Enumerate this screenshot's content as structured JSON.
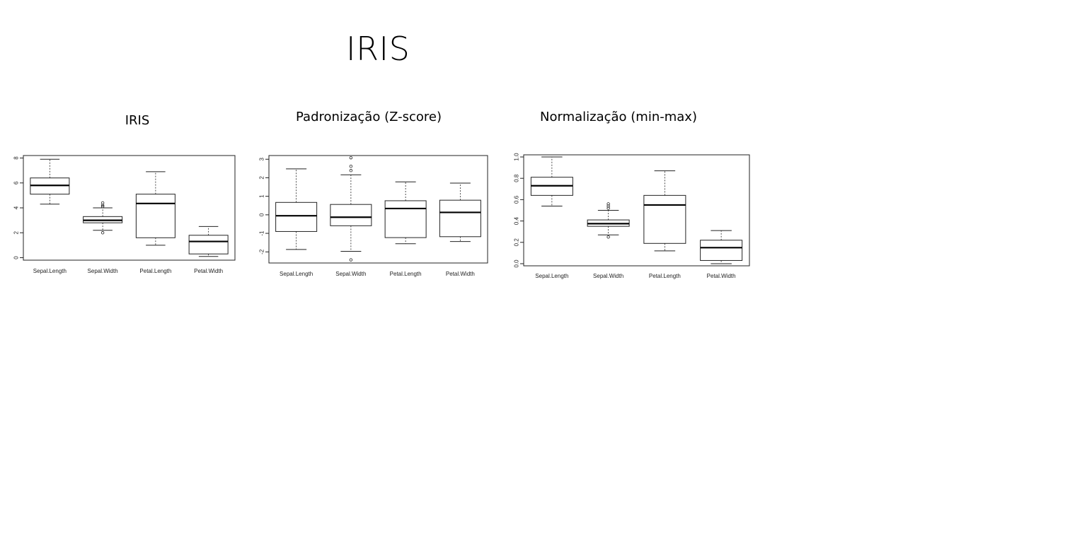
{
  "slide": {
    "title": "IRIS"
  },
  "chart_data": [
    {
      "type": "boxplot",
      "title": "IRIS",
      "categories": [
        "Sepal.Length",
        "Sepal.Width",
        "Petal.Length",
        "Petal.Width"
      ],
      "ylim": [
        -0.2,
        8.2
      ],
      "yticks": [
        0,
        2,
        4,
        6,
        8
      ],
      "boxes": [
        {
          "whisker_low": 4.3,
          "q1": 5.1,
          "median": 5.8,
          "q3": 6.4,
          "whisker_high": 7.9,
          "outliers": []
        },
        {
          "whisker_low": 2.2,
          "q1": 2.8,
          "median": 3.0,
          "q3": 3.3,
          "whisker_high": 4.0,
          "outliers": [
            4.1,
            4.2,
            4.4,
            2.0
          ]
        },
        {
          "whisker_low": 1.0,
          "q1": 1.6,
          "median": 4.35,
          "q3": 5.1,
          "whisker_high": 6.9,
          "outliers": []
        },
        {
          "whisker_low": 0.1,
          "q1": 0.3,
          "median": 1.3,
          "q3": 1.8,
          "whisker_high": 2.5,
          "outliers": []
        }
      ]
    },
    {
      "type": "boxplot",
      "title": "Padronização (Z-score)",
      "categories": [
        "Sepal.Length",
        "Sepal.Width",
        "Petal.Length",
        "Petal.Width"
      ],
      "ylim": [
        -2.6,
        3.2
      ],
      "yticks": [
        -2,
        -1,
        0,
        1,
        2,
        3
      ],
      "boxes": [
        {
          "whisker_low": -1.87,
          "q1": -0.9,
          "median": -0.05,
          "q3": 0.67,
          "whisker_high": 2.48,
          "outliers": []
        },
        {
          "whisker_low": -1.97,
          "q1": -0.59,
          "median": -0.13,
          "q3": 0.56,
          "whisker_high": 2.16,
          "outliers": [
            2.39,
            2.62,
            3.08,
            -2.43
          ]
        },
        {
          "whisker_low": -1.56,
          "q1": -1.23,
          "median": 0.34,
          "q3": 0.76,
          "whisker_high": 1.78,
          "outliers": []
        },
        {
          "whisker_low": -1.44,
          "q1": -1.18,
          "median": 0.13,
          "q3": 0.79,
          "whisker_high": 1.71,
          "outliers": []
        }
      ]
    },
    {
      "type": "boxplot",
      "title": "Normalização (min-max)",
      "categories": [
        "Sepal.Length",
        "Sepal.Width",
        "Petal.Length",
        "Petal.Width"
      ],
      "ylim": [
        -0.02,
        1.02
      ],
      "yticks": [
        0.0,
        0.2,
        0.4,
        0.6,
        0.8,
        1.0
      ],
      "ytick_labels": [
        "0.0",
        "0.2",
        "0.4",
        "0.6",
        "0.8",
        "1.0"
      ],
      "boxes": [
        {
          "whisker_low": 0.54,
          "q1": 0.64,
          "median": 0.73,
          "q3": 0.81,
          "whisker_high": 1.0,
          "outliers": []
        },
        {
          "whisker_low": 0.27,
          "q1": 0.35,
          "median": 0.375,
          "q3": 0.41,
          "whisker_high": 0.5,
          "outliers": [
            0.52,
            0.54,
            0.56,
            0.25
          ]
        },
        {
          "whisker_low": 0.12,
          "q1": 0.19,
          "median": 0.55,
          "q3": 0.64,
          "whisker_high": 0.87,
          "outliers": []
        },
        {
          "whisker_low": 0.0,
          "q1": 0.03,
          "median": 0.15,
          "q3": 0.22,
          "whisker_high": 0.31,
          "outliers": []
        }
      ]
    }
  ]
}
